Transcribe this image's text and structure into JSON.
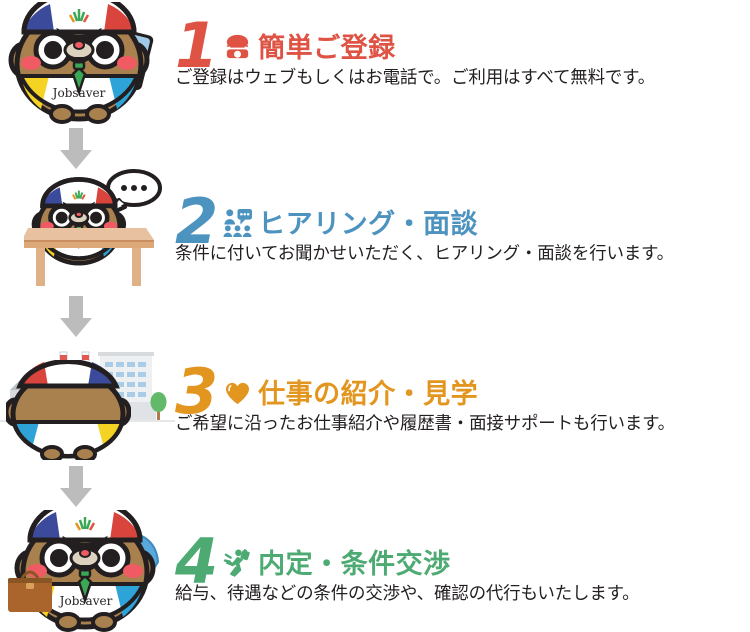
{
  "page": {
    "title": "Jobsaver 4-step flow",
    "background": "#ffffff",
    "body_text_color": "#231f20",
    "arrow_color": "#bcbcbc"
  },
  "brand": {
    "mascot_name": "Jobsaver",
    "belly_label": "Jobsaver",
    "cap_stripe_left": "#3b4a9a",
    "cap_stripe_right": "#d9453c",
    "fur_color": "#a9814f",
    "outline_color": "#231f20",
    "cheek_color": "#ef5a63",
    "tie_color": "#3aa855",
    "belly_yellow": "#f5d324",
    "belly_blue": "#2ea3d8",
    "phone_color": "#9fcbe8",
    "briefcase_color": "#a9652c",
    "flag_color": "#5aa9dd"
  },
  "steps": [
    {
      "number": "1",
      "heading": "簡単ご登録",
      "description": "ご登録はウェブもしくはお電話で。ご利用はすべて無料です。",
      "color": "#df5344",
      "color_class": "c-red",
      "icon": "telephone-icon",
      "art": "mascot-with-smartphone"
    },
    {
      "number": "2",
      "heading": "ヒアリング・面談",
      "description": "条件に付いてお聞かせいただく、ヒアリング・面談を行います。",
      "color": "#4d93c0",
      "color_class": "c-blue",
      "icon": "meeting-people-icon",
      "art": "mascot-at-desk-with-speech-bubble"
    },
    {
      "number": "3",
      "heading": "仕事の紹介・見学",
      "description": "ご希望に沿ったお仕事紹介や履歴書・面接サポートも行います。",
      "color": "#e3961f",
      "color_class": "c-org",
      "icon": "heart-icon",
      "art": "mascot-viewing-factory-and-office"
    },
    {
      "number": "4",
      "heading": "内定・条件交渉",
      "description": "給与、待遇などの条件の交渉や、確認の代行もいたします。",
      "color": "#4caa72",
      "color_class": "c-grn",
      "icon": "running-businessman-icon",
      "art": "mascot-with-briefcase-and-flag"
    }
  ],
  "connectors": [
    {
      "name": "arrow-step1-to-step2",
      "direction": "down"
    },
    {
      "name": "arrow-step2-to-step3",
      "direction": "down"
    },
    {
      "name": "arrow-step3-to-step4",
      "direction": "down"
    }
  ],
  "scene_colors": {
    "desk_top": "#e2b188",
    "desk_edge": "#c98f63",
    "factory_body": "#c9ced3",
    "factory_roof": "#e4e8ea",
    "chimney_stripe": "#e0584f",
    "office_body": "#eef0f1",
    "office_window": "#a9cde8",
    "tree_green": "#63b96a",
    "tree_trunk": "#b07a4c",
    "speech_bubble": "#231f20"
  }
}
